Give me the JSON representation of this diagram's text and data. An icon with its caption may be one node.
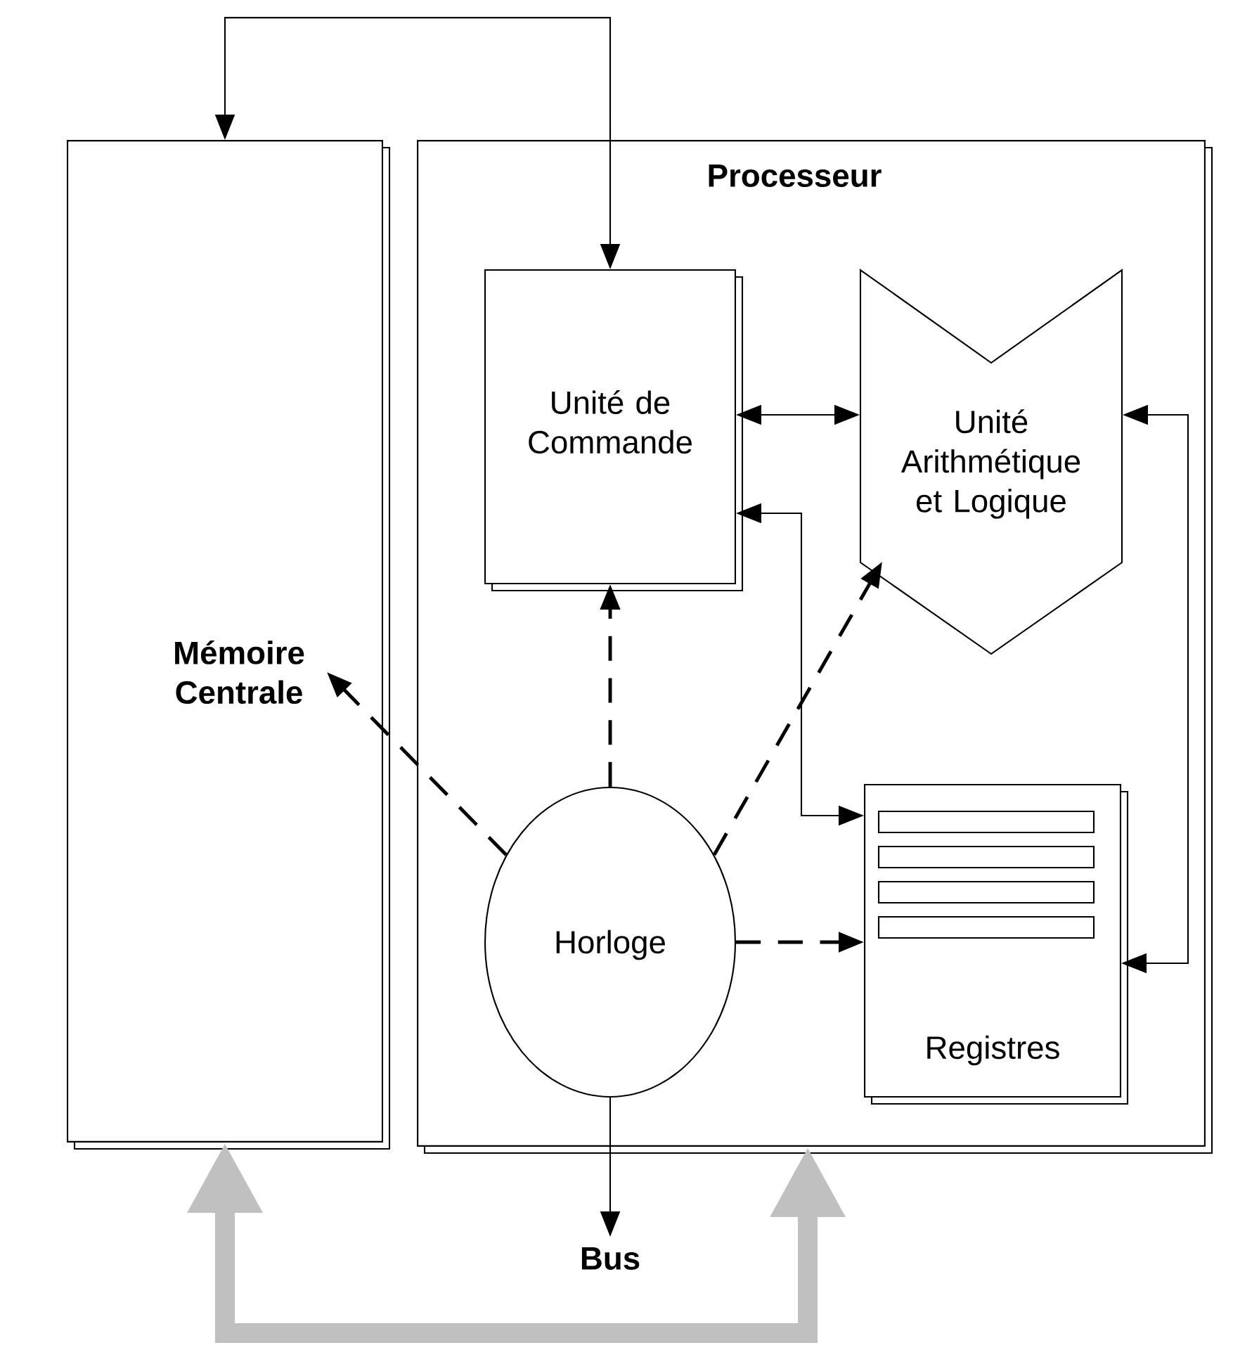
{
  "diagram": {
    "nodes": [
      {
        "text": [
          "Mémoire Centrale"
        ]
      },
      {
        "text": [
          "Processeur"
        ]
      },
      {
        "text": [
          "Unité de Commande"
        ],
        "in": 1
      },
      {
        "text": [
          "Unité Arithmétique et Logique"
        ],
        "in": 1
      },
      {
        "text": [
          "Horloge"
        ],
        "in": 1
      },
      {
        "text": [
          "Registres"
        ],
        "in": 1
      },
      {
        "text": [
          "Bus"
        ]
      }
    ],
    "edges": [
      {
        "from": 0,
        "to": 2,
        "arrow": "both"
      },
      {
        "from": 2,
        "to": 3,
        "arrow": "both"
      },
      {
        "from": 5,
        "to": 2,
        "arrow": "both"
      },
      {
        "from": 5,
        "to": 3,
        "arrow": "both"
      },
      {
        "from": 4,
        "to": 0,
        "arrow": "to",
        "style": "dashed"
      },
      {
        "from": 4,
        "to": 2,
        "arrow": "to",
        "style": "dashed"
      },
      {
        "from": 4,
        "to": 3,
        "arrow": "to",
        "style": "dashed"
      },
      {
        "from": 4,
        "to": 5,
        "arrow": "to",
        "style": "dashed"
      },
      {
        "from": 4,
        "to": 6,
        "arrow": "to"
      },
      {
        "from": 0,
        "to": 1,
        "arrow": "both",
        "style": "thick",
        "color": "#c0c0c0"
      }
    ]
  }
}
